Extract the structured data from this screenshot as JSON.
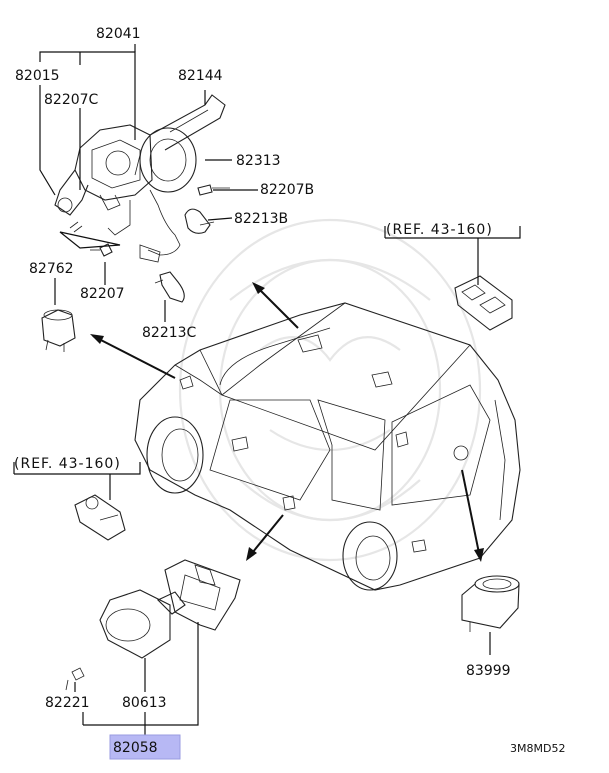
{
  "diagram": {
    "part_labels": {
      "p82041": "82041",
      "p82015": "82015",
      "p82144": "82144",
      "p82207c": "82207C",
      "p82313": "82313",
      "p82207b": "82207B",
      "p82213b": "82213B",
      "p82762": "82762",
      "p82207": "82207",
      "p82213c": "82213C",
      "p83999": "83999",
      "p82221": "82221",
      "p80613": "80613",
      "p82058": "82058"
    },
    "references": {
      "ref_right": "(REF. 43-160)",
      "ref_left": "(REF. 43-160)"
    },
    "diagram_code": "3M8MD52",
    "highlight_color": "#b7b8f4",
    "icons": [
      "combination-switch-icon",
      "clock-spring-icon",
      "screw-icon",
      "clip-icon",
      "ignition-key-cylinder-icon",
      "vehicle-outline-icon",
      "power-socket-icon",
      "headlamp-switch-icon",
      "window-switch-icon",
      "watermark-icon"
    ]
  }
}
